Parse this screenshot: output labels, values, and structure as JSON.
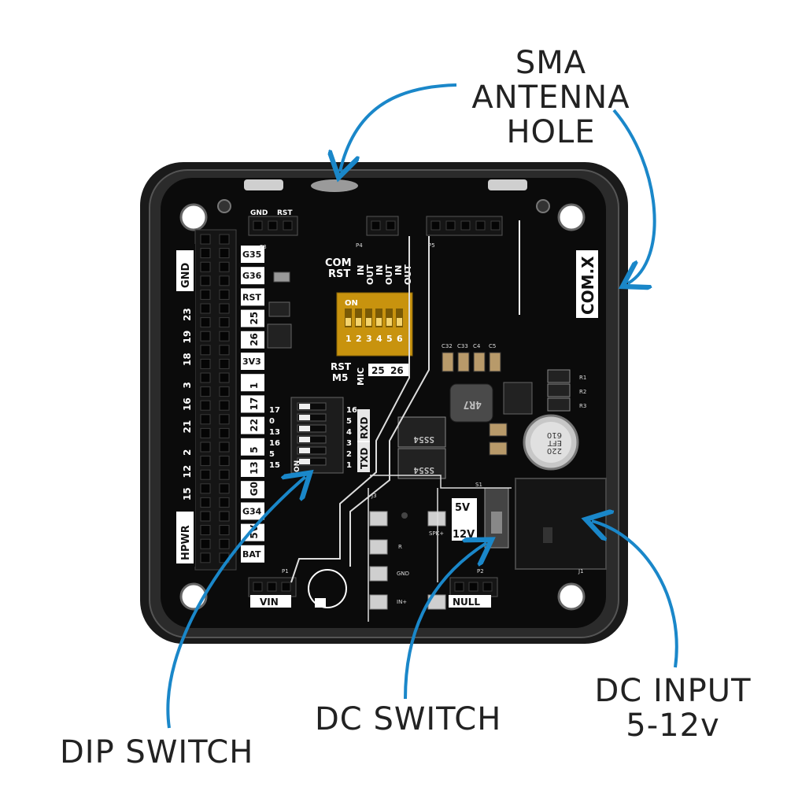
{
  "callouts": {
    "sma_antenna": [
      "SMA",
      "ANTENNA",
      "HOLE"
    ],
    "dip_switch": "DIP SWITCH",
    "dc_switch": "DC SWITCH",
    "dc_input": [
      "DC INPUT",
      "5-12v"
    ]
  },
  "arrow_color": "#1a87c9",
  "board": {
    "module_label": "COM.X",
    "left_header_labels": [
      "GND",
      "HPWR"
    ],
    "left_numbers": [
      "23",
      "19",
      "18",
      "3",
      "16",
      "21",
      "2",
      "12",
      "15"
    ],
    "right_header_labels": [
      "G35",
      "G36",
      "RST",
      "25",
      "26",
      "3V3",
      "1",
      "17",
      "22",
      "5",
      "13",
      "G0",
      "G34",
      "5V",
      "BAT"
    ],
    "top_header_labels": [
      "GND",
      "RST"
    ],
    "p3": "P3",
    "p4": "P4",
    "p5": "P5",
    "p1": "P1",
    "p2": "P2",
    "j1": "J1",
    "j3": "J3",
    "com_rst": [
      "COM",
      "RST"
    ],
    "in_out": [
      "IN",
      "OUT",
      "IN",
      "OUT",
      "IN",
      "OUT"
    ],
    "dip_top": {
      "on": "ON",
      "numbers": [
        "1",
        "2",
        "3",
        "4",
        "5",
        "6"
      ],
      "bottom": [
        "RST",
        "M5",
        "MIC",
        "25",
        "26"
      ]
    },
    "dip_left": {
      "numbers": [
        "17",
        "0",
        "13",
        "16",
        "5",
        "15"
      ],
      "right": [
        "16",
        "5",
        "4",
        "3",
        "2",
        "1"
      ],
      "on": "ON",
      "labels": [
        "RXD",
        "TXD"
      ]
    },
    "diode_marks": [
      "SS54",
      "SS54"
    ],
    "inductor": "4R7",
    "capacitor": [
      "220",
      "EFT",
      "610"
    ],
    "cap_labels": [
      "C32",
      "C33",
      "C4",
      "C5"
    ],
    "res_labels": [
      "R1",
      "R2",
      "R3"
    ],
    "switch_labels": [
      "5V",
      "12V"
    ],
    "s1": "S1",
    "pads": [
      "SPK+",
      "R",
      "GND",
      "IN+"
    ],
    "bottom_labels": [
      "VIN",
      "NULL"
    ]
  }
}
